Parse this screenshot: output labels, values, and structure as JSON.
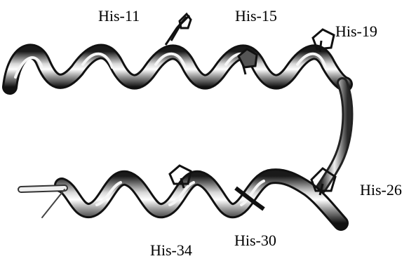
{
  "figure": {
    "residue_labels": {
      "his11": "His-11",
      "his15": "His-15",
      "his19": "His-19",
      "his26": "His-26",
      "his30": "His-30",
      "his34": "His-34"
    }
  }
}
